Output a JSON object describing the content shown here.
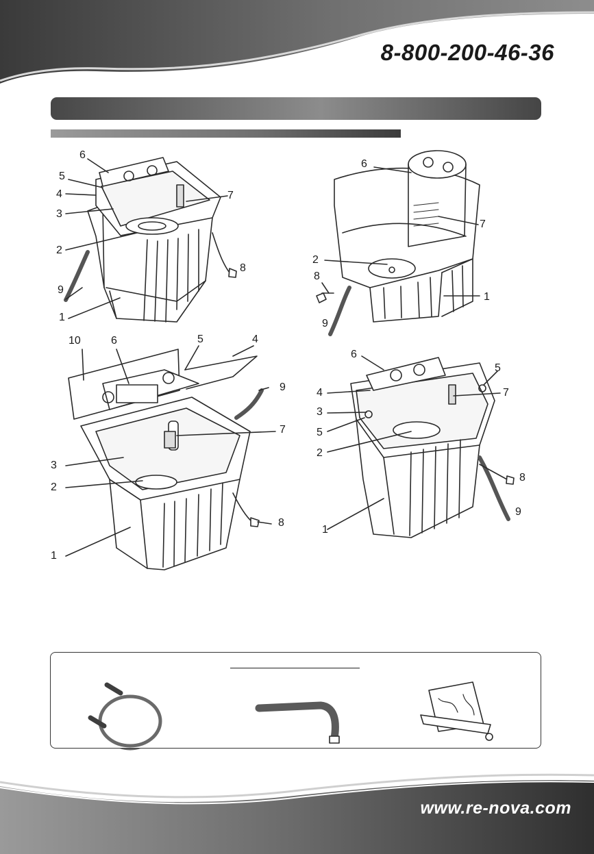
{
  "header": {
    "phone": "8-800-200-46-36"
  },
  "footer": {
    "website": "www.re-nova.com"
  },
  "figures": {
    "top_left": {
      "labels": [
        "6",
        "5",
        "4",
        "3",
        "2",
        "9",
        "1",
        "7",
        "8"
      ]
    },
    "top_right": {
      "labels": [
        "6",
        "7",
        "2",
        "8",
        "1",
        "9"
      ]
    },
    "bottom_left": {
      "labels": [
        "10",
        "6",
        "5",
        "4",
        "9",
        "7",
        "3",
        "2",
        "8",
        "1"
      ]
    },
    "bottom_right": {
      "labels": [
        "6",
        "5",
        "4",
        "7",
        "3",
        "5",
        "2",
        "8",
        "1",
        "9"
      ]
    }
  },
  "accessories": {
    "items": [
      "inlet-hose",
      "drain-hose",
      "lint-filter"
    ]
  }
}
